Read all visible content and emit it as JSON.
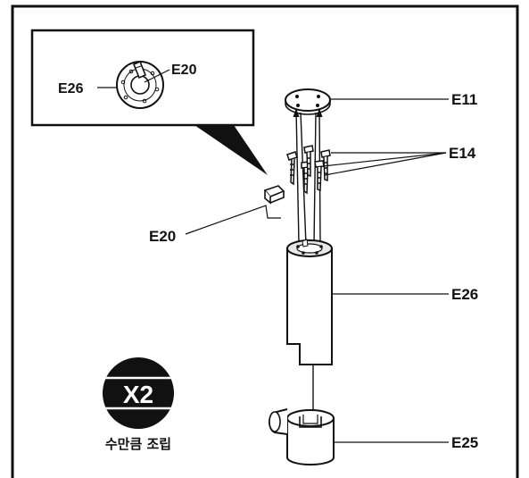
{
  "diagram": {
    "colors": {
      "ink": "#111111",
      "paper": "#ffffff",
      "shade": "#d9d9d9"
    },
    "inset": {
      "labels": {
        "e26": "E26",
        "e20": "E20"
      }
    },
    "parts": {
      "e11": "E11",
      "e14": "E14",
      "e20": "E20",
      "e26": "E26",
      "e25": "E25"
    },
    "badge": {
      "multiplier": "X2",
      "caption": "수만큼 조립"
    }
  }
}
